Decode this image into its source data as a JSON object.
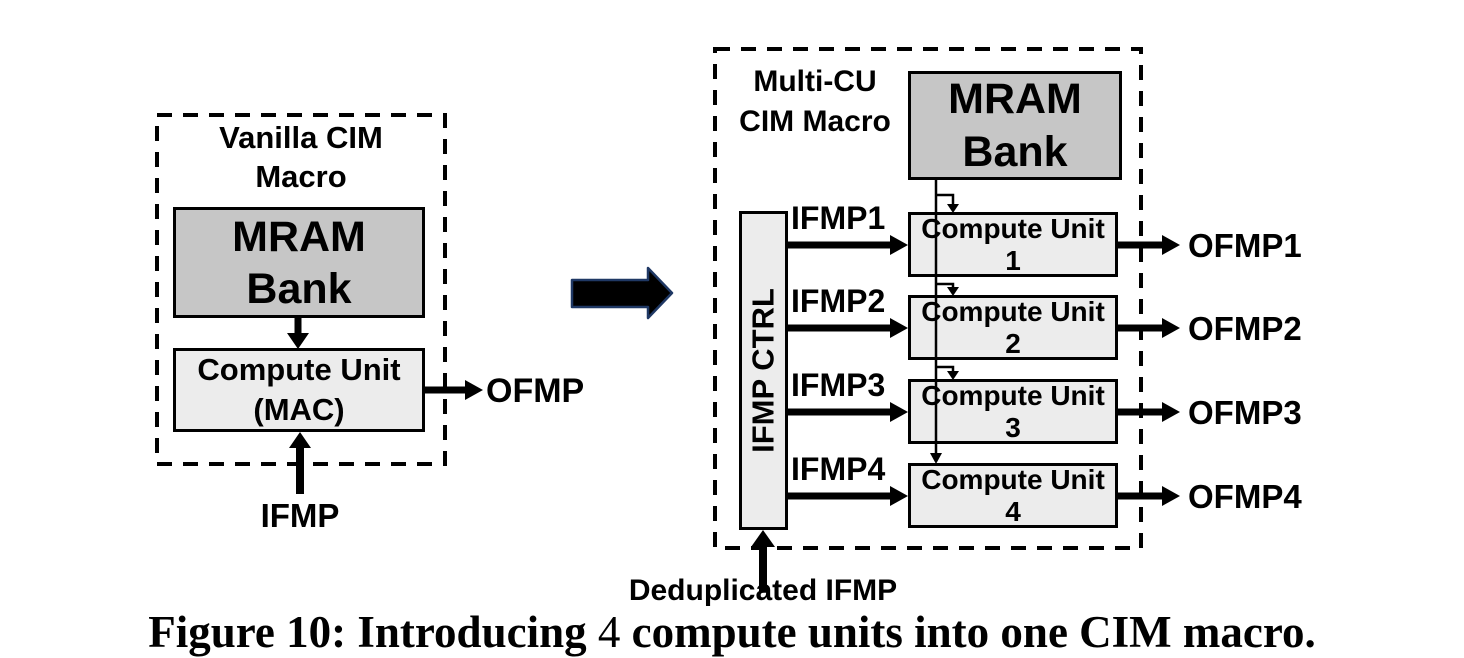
{
  "left_macro": {
    "title_line1": "Vanilla CIM",
    "title_line2": "Macro",
    "mram_line1": "MRAM",
    "mram_line2": "Bank",
    "cu_line1": "Compute Unit",
    "cu_line2": "(MAC)",
    "output_label": "OFMP",
    "input_label": "IFMP"
  },
  "right_macro": {
    "title_line1": "Multi-CU",
    "title_line2": "CIM Macro",
    "mram_line1": "MRAM",
    "mram_line2": "Bank",
    "ctrl_label": "IFMP CTRL",
    "units": [
      {
        "label": "Compute Unit 1",
        "input": "IFMP1",
        "output": "OFMP1"
      },
      {
        "label": "Compute Unit 2",
        "input": "IFMP2",
        "output": "OFMP2"
      },
      {
        "label": "Compute Unit 3",
        "input": "IFMP3",
        "output": "OFMP3"
      },
      {
        "label": "Compute Unit 4",
        "input": "IFMP4",
        "output": "OFMP4"
      }
    ],
    "dedup_label": "Deduplicated IFMP"
  },
  "caption": {
    "prefix": "Figure 10: Introducing ",
    "number": "4",
    "suffix": " compute units into one CIM macro."
  },
  "colors": {
    "mram_fill": "#c6c6c6",
    "unit_fill": "#ececec",
    "stroke": "#000000",
    "transform_arrow_outline": "#1f3864"
  }
}
